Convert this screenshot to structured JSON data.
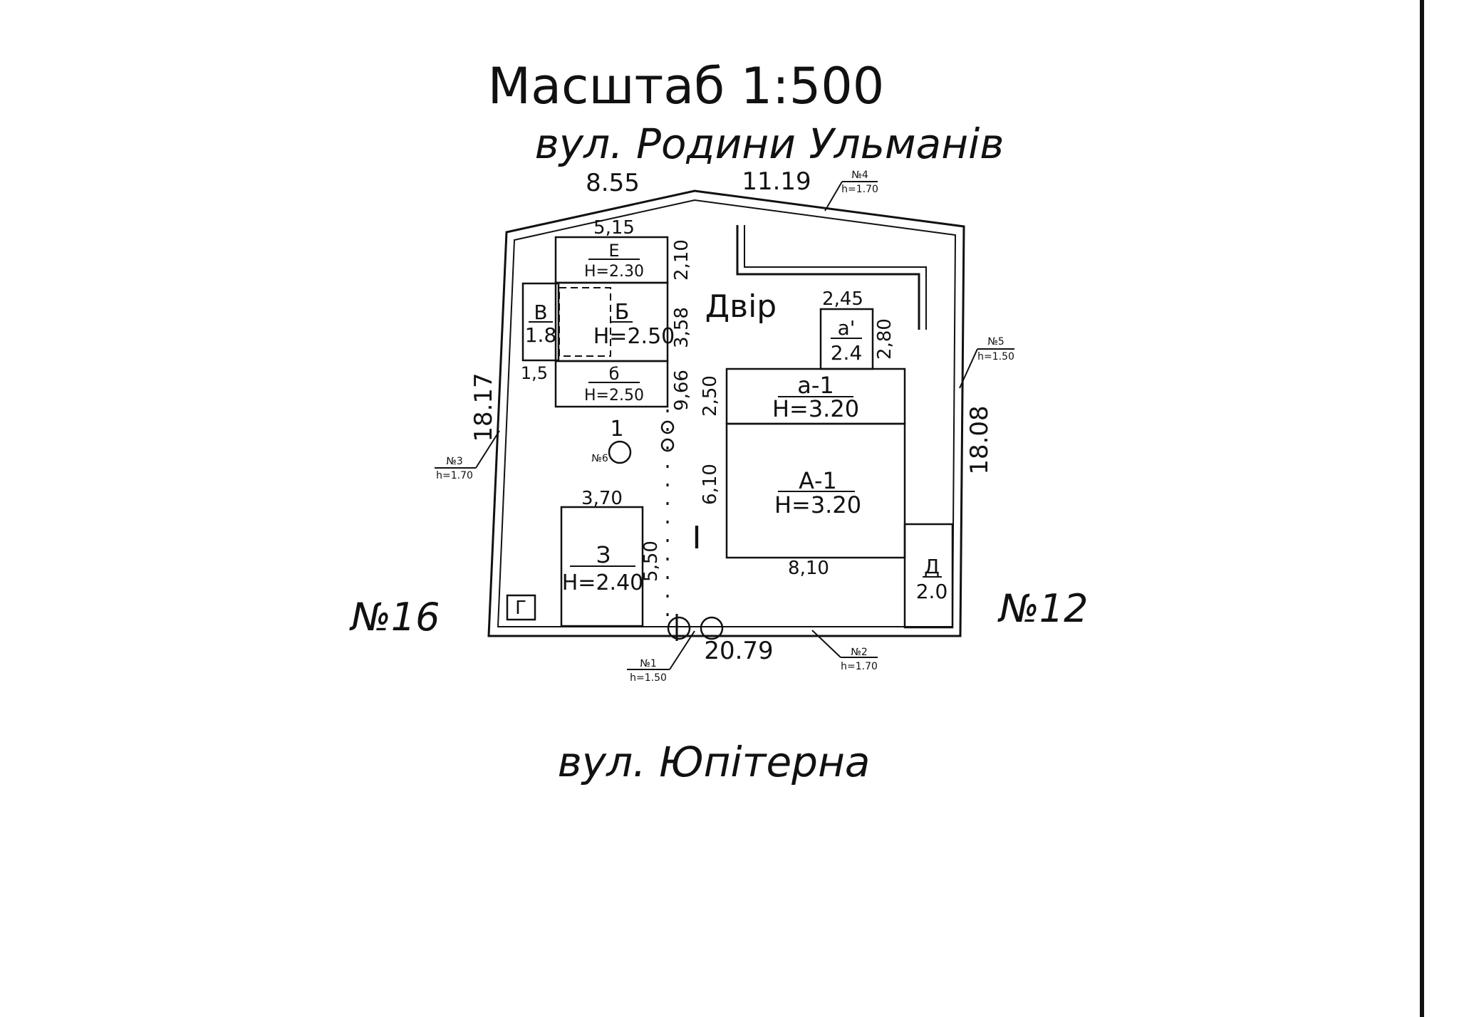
{
  "title": "Масштаб 1:500",
  "streets": {
    "top": "вул. Родини Ульманів",
    "bottom": "вул. Юпітерна"
  },
  "neighbors": {
    "left": "№16",
    "right": "№12"
  },
  "plot": {
    "dim_top_left": "8.55",
    "dim_top_right": "11.19",
    "dim_left": "18.17",
    "dim_right": "18.08",
    "dim_bottom": "20.79",
    "yard_label": "Двір",
    "fence_section_label": "I",
    "well_label": "1",
    "well_marker": "№6"
  },
  "buildings": {
    "E": {
      "name": "Е",
      "height": "H=2.30",
      "width": "5,15",
      "depth": "2,10"
    },
    "B_main": {
      "name": "Б",
      "height": "H=2.50",
      "depth": "3,58"
    },
    "V": {
      "name": "В",
      "height": "1.8",
      "width": "1,5"
    },
    "b_small": {
      "name": "б",
      "height": "H=2.50"
    },
    "column_depth": "9,66",
    "a_prime": {
      "name": "а'",
      "height": "2.4",
      "width": "2,45",
      "depth": "2,80"
    },
    "a1": {
      "name": "а-1",
      "height": "H=3.20",
      "depth": "2,50"
    },
    "A1": {
      "name": "А-1",
      "height": "H=3.20",
      "depth": "6,10",
      "width": "8,10"
    },
    "Z": {
      "name": "З",
      "height": "H=2.40",
      "width": "3,70",
      "depth": "5,50"
    },
    "D": {
      "name": "Д",
      "height": "2.0"
    },
    "G": {
      "name": "Г"
    }
  },
  "markers": [
    {
      "num": "№1",
      "h": "h=1.50"
    },
    {
      "num": "№2",
      "h": "h=1.70"
    },
    {
      "num": "№3",
      "h": "h=1.70"
    },
    {
      "num": "№4",
      "h": "h=1.70"
    },
    {
      "num": "№5",
      "h": "h=1.50"
    }
  ]
}
